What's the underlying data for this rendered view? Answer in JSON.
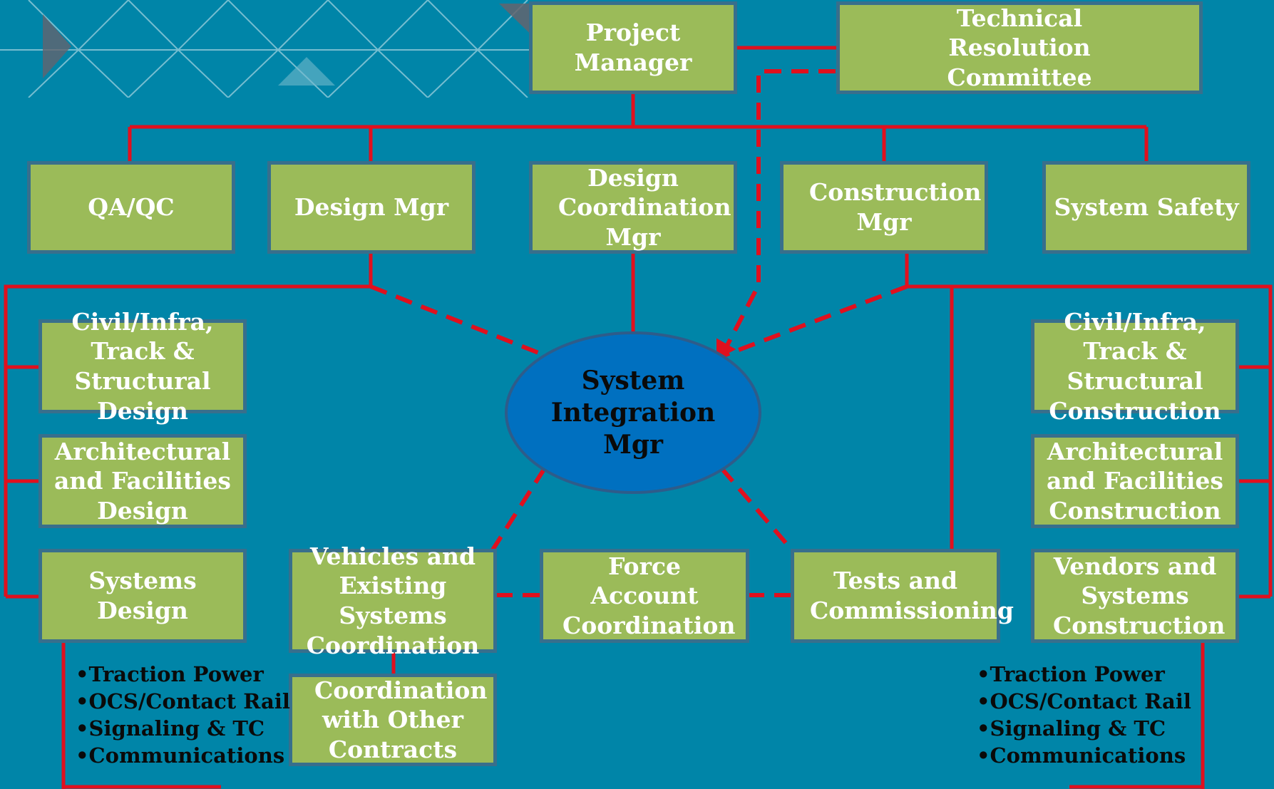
{
  "diagram": {
    "nodes": {
      "project_manager": "Project Manager",
      "technical_resolution_committee": "Technical Resolution Committee",
      "qa_qc": "QA/QC",
      "design_mgr": "Design Mgr",
      "design_coordination_mgr": "Design Coordination Mgr",
      "construction_mgr": "Construction Mgr",
      "system_safety": "System Safety",
      "system_integration_mgr": "System Integration Mgr",
      "civil_design": "Civil/Infra, Track & Structural Design",
      "architectural_design": "Architectural and Facilities  Design",
      "systems_design": "Systems Design",
      "civil_construction": "Civil/Infra, Track & Structural Construction",
      "architectural_construction": "Architectural and Facilities Construction",
      "vendors_systems_construction": "Vendors and Systems Construction",
      "vehicles_existing_systems": "Vehicles and Existing Systems Coordination",
      "coordination_other_contracts": "Coordination with Other Contracts",
      "force_account_coordination": "Force Account Coordination",
      "tests_commissioning": "Tests and Commissioning"
    },
    "systems_design_items": [
      "Traction Power",
      "OCS/Contact Rail",
      "Signaling & TC",
      "Communications"
    ],
    "systems_construction_items": [
      "Traction Power",
      "OCS/Contact Rail",
      "Signaling & TC",
      "Communications"
    ],
    "edges": [
      {
        "from": "project_manager",
        "to": "technical_resolution_committee",
        "style": "solid"
      },
      {
        "from": "project_manager",
        "to": "qa_qc",
        "style": "solid"
      },
      {
        "from": "project_manager",
        "to": "design_mgr",
        "style": "solid"
      },
      {
        "from": "project_manager",
        "to": "design_coordination_mgr",
        "style": "solid"
      },
      {
        "from": "project_manager",
        "to": "construction_mgr",
        "style": "solid"
      },
      {
        "from": "project_manager",
        "to": "system_safety",
        "style": "solid"
      },
      {
        "from": "design_mgr",
        "to": "civil_design",
        "style": "solid"
      },
      {
        "from": "design_mgr",
        "to": "architectural_design",
        "style": "solid"
      },
      {
        "from": "design_mgr",
        "to": "systems_design",
        "style": "solid"
      },
      {
        "from": "construction_mgr",
        "to": "civil_construction",
        "style": "solid"
      },
      {
        "from": "construction_mgr",
        "to": "architectural_construction",
        "style": "solid"
      },
      {
        "from": "construction_mgr",
        "to": "vendors_systems_construction",
        "style": "solid"
      },
      {
        "from": "construction_mgr",
        "to": "tests_commissioning",
        "style": "solid"
      },
      {
        "from": "design_coordination_mgr",
        "to": "system_integration_mgr",
        "style": "solid"
      },
      {
        "from": "vehicles_existing_systems",
        "to": "coordination_other_contracts",
        "style": "solid"
      },
      {
        "from": "technical_resolution_committee",
        "to": "system_integration_mgr",
        "style": "dashed"
      },
      {
        "from": "design_mgr",
        "to": "system_integration_mgr",
        "style": "dashed"
      },
      {
        "from": "construction_mgr",
        "to": "system_integration_mgr",
        "style": "dashed"
      },
      {
        "from": "system_integration_mgr",
        "to": "vehicles_existing_systems",
        "style": "dashed"
      },
      {
        "from": "system_integration_mgr",
        "to": "tests_commissioning",
        "style": "dashed"
      },
      {
        "from": "vehicles_existing_systems",
        "to": "force_account_coordination",
        "style": "dashed"
      },
      {
        "from": "force_account_coordination",
        "to": "tests_commissioning",
        "style": "dashed"
      }
    ]
  },
  "colors": {
    "background": "#0085a8",
    "box_fill": "#9bbb59",
    "box_border": "#386f8c",
    "connector": "#e0101e",
    "hub_fill": "#0070c0",
    "box_text": "#ffffff",
    "hub_text": "#0a0a0a"
  }
}
